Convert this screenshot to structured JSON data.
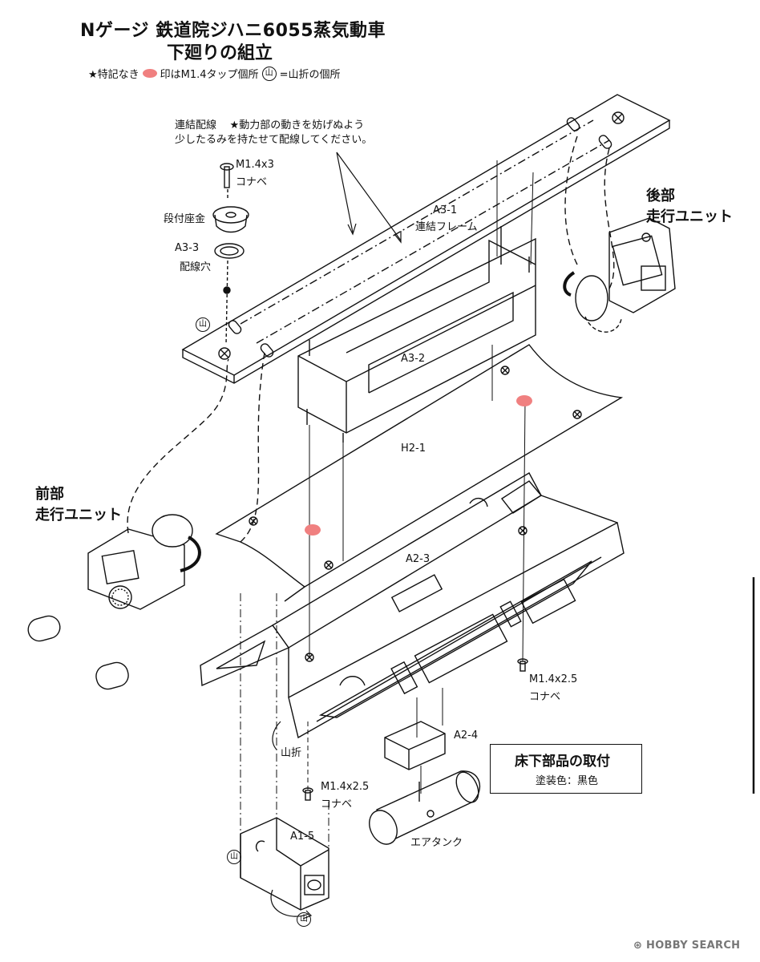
{
  "title": {
    "line1": "Nゲージ 鉄道院ジハニ6055蒸気動車",
    "line2": "下廻りの組立"
  },
  "legend": {
    "prefix": "★特記なき",
    "suffix": "印はM1.4タップ個所",
    "yama_symbol": "山",
    "yama_text": "=山折の個所",
    "dot_color": "#f08080"
  },
  "note": {
    "wiring": "連結配線",
    "line1": "★動力部の動きを妨げぬよう",
    "line2": "少したるみを持たせて配線してください。"
  },
  "labels": {
    "screw_top": "M1.4x3",
    "screw_top_type": "コナベ",
    "washer": "段付座金",
    "a3_3": "A3-3",
    "wire_hole": "配線穴",
    "a3_1": "A3-1",
    "frame": "連結フレーム",
    "a3_2": "A3-2",
    "h2_1": "H2-1",
    "a2_3": "A2-3",
    "a2_4": "A2-4",
    "a1_5": "A1-5",
    "screw_right": "M1.4x2.5",
    "screw_right_type": "コナベ",
    "screw_bottom": "M1.4x2.5",
    "screw_bottom_type": "コナベ",
    "yama_fold": "山折",
    "air_tank": "エアタンク",
    "yama": "山"
  },
  "units": {
    "rear_line1": "後部",
    "rear_line2": "走行ユニット",
    "front_line1": "前部",
    "front_line2": "走行ユニット"
  },
  "underfloor_box": {
    "heading": "床下部品の取付",
    "paint": "塗装色：黒色"
  },
  "watermark": {
    "brand": "HOBBY SEARCH"
  }
}
